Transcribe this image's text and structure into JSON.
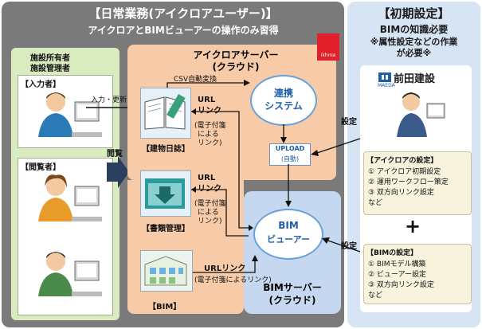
{
  "left_panel": {
    "title": "【日常業務(アイクロアユーザー)】",
    "subtitle": "アイクロアとBIMビューアーの操作のみ習得"
  },
  "right_panel": {
    "title": "【初期設定】",
    "line1": "BIMの知識必要",
    "line2": "※属性設定などの作業",
    "line3": "が必要※",
    "company": "前田建設",
    "company_small": "MAEDA",
    "settei_label": "設定",
    "ikuroa_settings": {
      "heading": "【アイクロアの設定】",
      "items": [
        "① アイクロア初期設定",
        "② 運用ワークフロー策定",
        "③ 双方向リンク設定",
        "など"
      ]
    },
    "plus": "+",
    "bim_settings": {
      "heading": "【BIMの設定】",
      "items": [
        "① BIMモデル構築",
        "② ビューアー設定",
        "③ 双方向リンク設定",
        "など"
      ]
    }
  },
  "users": {
    "heading1": "施設所有者",
    "heading2": "施設管理者",
    "input_role": "【入力者】",
    "viewer_role": "【閲覧者】"
  },
  "flows": {
    "input_update": "入力・更新",
    "browse": "閲覧",
    "csv": "CSV自動変換",
    "url_link": "URL",
    "url_link2": "リンク",
    "sticky1": "(電子付箋",
    "sticky2": "による",
    "sticky3": "リンク)",
    "url_link_bim": "URLリンク",
    "url_link_bim2": "(電子付箋によるリンク)"
  },
  "cloud": {
    "title1": "アイクロアサーバー",
    "title2": "(クラウド)",
    "logo_text": "ikhroa",
    "doc1": "【建物日誌】",
    "doc2": "【書類管理】",
    "doc3": "【BIM】",
    "link_system1": "連携",
    "link_system2": "システム",
    "upload1": "UPLOAD",
    "upload2": "(自動)"
  },
  "bim_server": {
    "bim1": "BIM",
    "bim2": "ビューアー",
    "title1": "BIMサーバー",
    "title2": "(クラウド)"
  },
  "colors": {
    "panel_gray": "#7a7a7a",
    "panel_blue": "#d6e4f4",
    "cloud_orange": "#f8cba8",
    "users_green": "#d8ecc0",
    "bim_blue": "#c5d8f0",
    "accent_blue": "#1f5fa8"
  }
}
